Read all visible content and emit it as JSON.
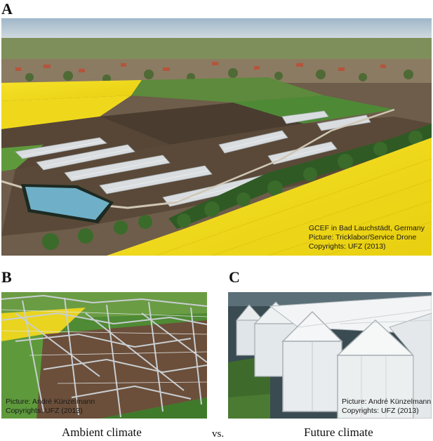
{
  "panels": {
    "a": {
      "letter": "A",
      "caption": [
        "GCEF in Bad Lauchstädt, Germany",
        "Picture: Tricklabor/Service Drone",
        "Copyrights: UFZ  (2013)"
      ]
    },
    "b": {
      "letter": "B",
      "caption": [
        "Picture: André Künzelmann",
        "Copyrights: UFZ (2013)"
      ]
    },
    "c": {
      "letter": "C",
      "caption": [
        "Picture: André Künzelmann",
        "Copyrights: UFZ (2013)"
      ]
    }
  },
  "labels": {
    "ambient": "Ambient climate",
    "vs": "vs.",
    "future": "Future climate"
  }
}
